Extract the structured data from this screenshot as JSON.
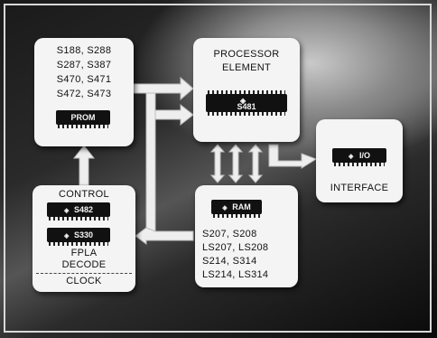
{
  "prom_card": {
    "parts": [
      "S188, S288",
      "S287, S387",
      "S470, S471",
      "S472, S473"
    ],
    "chip_label": "PROM"
  },
  "processor_card": {
    "title_line1": "PROCESSOR",
    "title_line2": "ELEMENT",
    "chip_label": "S481"
  },
  "interface_card": {
    "chip_label": "I/O",
    "title": "INTERFACE"
  },
  "ram_card": {
    "chip_label": "RAM",
    "parts": [
      "S207, S208",
      "LS207, LS208",
      "S214, S314",
      "LS214, LS314"
    ]
  },
  "control_card": {
    "title": "CONTROL",
    "chip1_label": "S482",
    "chip2_label": "S330",
    "fpla_label": "FPLA",
    "decode_label": "DECODE",
    "clock_label": "CLOCK"
  },
  "colors": {
    "card": "#f4f4f4",
    "chip": "#111111",
    "arrow": "#f0f0f0"
  },
  "icons": [
    "logo-icon"
  ]
}
